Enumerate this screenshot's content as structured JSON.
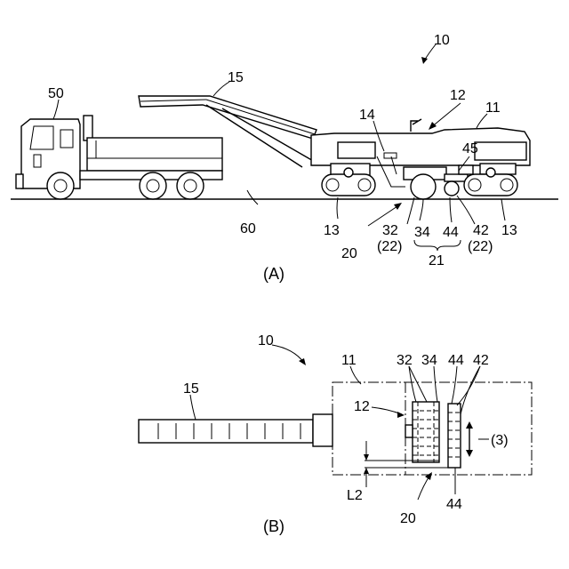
{
  "figure_a": {
    "panel_label": "(A)",
    "labels": {
      "machine": "10",
      "body": "11",
      "cab": "12",
      "track_left": "13",
      "track_right": "13",
      "wall": "14",
      "conveyor": "15",
      "unit": "20",
      "group": "21",
      "drum": "32",
      "drum_ref": "(22)",
      "drum_cover": "34",
      "roller": "42",
      "roller_ref": "(22)",
      "roller_cover": "44",
      "sensor": "45",
      "truck": "50",
      "road": "60"
    }
  },
  "figure_b": {
    "panel_label": "(B)",
    "labels": {
      "machine": "10",
      "body": "11",
      "cab": "12",
      "conveyor": "15",
      "unit": "20",
      "drum": "32",
      "drum_cover": "34",
      "roller_cover_top": "44",
      "roller": "42",
      "roller_cover_bottom": "44",
      "direction": "(3)",
      "offset": "L2"
    }
  },
  "colors": {
    "line": "#000000",
    "background": "#ffffff"
  }
}
